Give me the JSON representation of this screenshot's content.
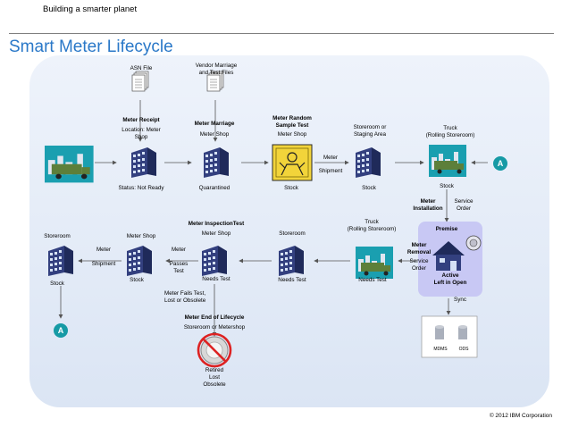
{
  "header": {
    "text": "Building a smarter planet"
  },
  "title": "Smart Meter Lifecycle",
  "footer": {
    "copyright": "© 2012 IBM Corporation"
  },
  "colors": {
    "title_blue": "#2a78c8",
    "panel": "#dbe5f4",
    "premise_box": "#c8c8f4",
    "server_blue": "#33407f",
    "truck_green": "#5d7f3a",
    "circle_teal": "#169aa5"
  },
  "labels": {
    "asn_file": "ASN File",
    "vendor_files_1": "Vendor Marriage",
    "vendor_files_2": "and Test Files",
    "receipt_title": "Meter Receipt",
    "receipt_loc_1": "Location: Meter",
    "receipt_loc_2": "Shop",
    "status_not_ready": "Status: Not Ready",
    "marriage_title": "Meter Marriage",
    "marriage_loc": "Meter Shop",
    "quarantined": "Quarantined",
    "random_title_1": "Meter Random",
    "random_title_2": "Sample Test",
    "random_loc": "Meter Shop",
    "stock_1": "Stock",
    "meter_shipment_1": "Meter",
    "meter_shipment_2": "Shipment",
    "storeroom_staging_1": "Storeroom or",
    "storeroom_staging_2": "Staging Area",
    "stock_2": "Stock",
    "truck_1": "Truck",
    "truck_1_sub": "(Rolling Storeroom)",
    "stock_3": "Stock",
    "connector_a": "A",
    "meter_installation_1": "Meter",
    "meter_installation_2": "Installation",
    "service_order_1": "Service",
    "service_order_2": "Order",
    "premise": "Premise",
    "meter_removal_1": "Meter",
    "meter_removal_2": "Removal",
    "service_order_3": "Service",
    "service_order_4": "Order",
    "active_1": "Active",
    "active_2": "Left in Open",
    "sync": "Sync",
    "mdms": "MDMS",
    "ods": "ODS",
    "truck_2": "Truck",
    "truck_2_sub": "(Rolling Storeroom)",
    "needs_test_1": "Needs Test",
    "storeroom_2": "Storeroom",
    "needs_test_2": "Needs Test",
    "inspection_title": "Meter InspectionTest",
    "inspection_loc": "Meter Shop",
    "needs_test_3": "Needs Test",
    "fails_1": "Meter Fails Test,",
    "fails_2": "Lost or Obsolete",
    "end_title": "Meter End of Lifecycle",
    "end_loc": "Storeroom or Metershop",
    "retired_1": "Retired",
    "retired_2": "Lost",
    "retired_3": "Obsolete",
    "meter_passes_1": "Meter",
    "meter_passes_2": "Passes",
    "meter_passes_3": "Test",
    "meter_shop_left": "Meter Shop",
    "stock_4": "Stock",
    "meter_shipment_left_1": "Meter",
    "meter_shipment_left_2": "Shipment",
    "storeroom_left": "Storeroom",
    "stock_5": "Stock",
    "connector_a_2": "A"
  }
}
